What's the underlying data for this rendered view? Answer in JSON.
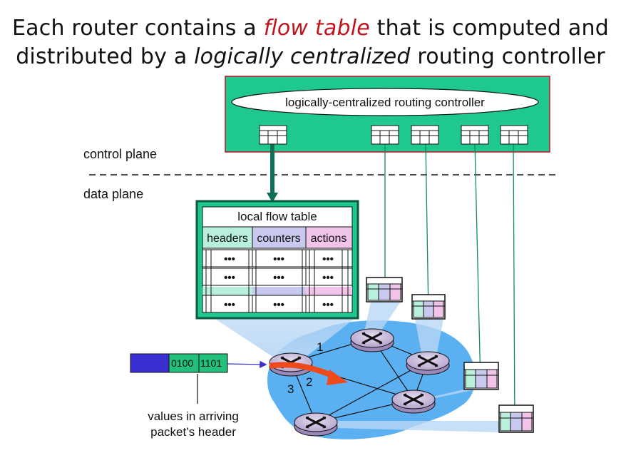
{
  "title": {
    "line1_pre": "Each router contains a ",
    "line1_emph": "flow table",
    "line1_post": " that is computed and",
    "line2_pre": "distributed by a ",
    "line2_emph": "logically centralized",
    "line2_post": " routing controller"
  },
  "controller_label": "logically-centralized routing controller",
  "planes": {
    "control": "control plane",
    "data": "data plane"
  },
  "flow_table": {
    "title": "local flow table",
    "headers": [
      "headers",
      "counters",
      "actions"
    ],
    "rows": [
      [
        "•••",
        "•••",
        "•••"
      ],
      [
        "•••",
        "•••",
        "•••"
      ],
      [
        "•••",
        "•••",
        "•••"
      ]
    ]
  },
  "packet": {
    "fields": [
      "0100",
      "1101"
    ],
    "caption_line1": "values in arriving",
    "caption_line2": "packet’s header"
  },
  "ports": [
    "1",
    "2",
    "3"
  ],
  "colors": {
    "controller_bg": "#1ec88e",
    "controller_border": "#c0141c",
    "network_cloud": "#5bb0f2",
    "arrow": "#0e6f56",
    "forward_arrow": "#ef4a1c",
    "packet_blue": "#3a2fd0",
    "packet_green": "#23c07c"
  }
}
